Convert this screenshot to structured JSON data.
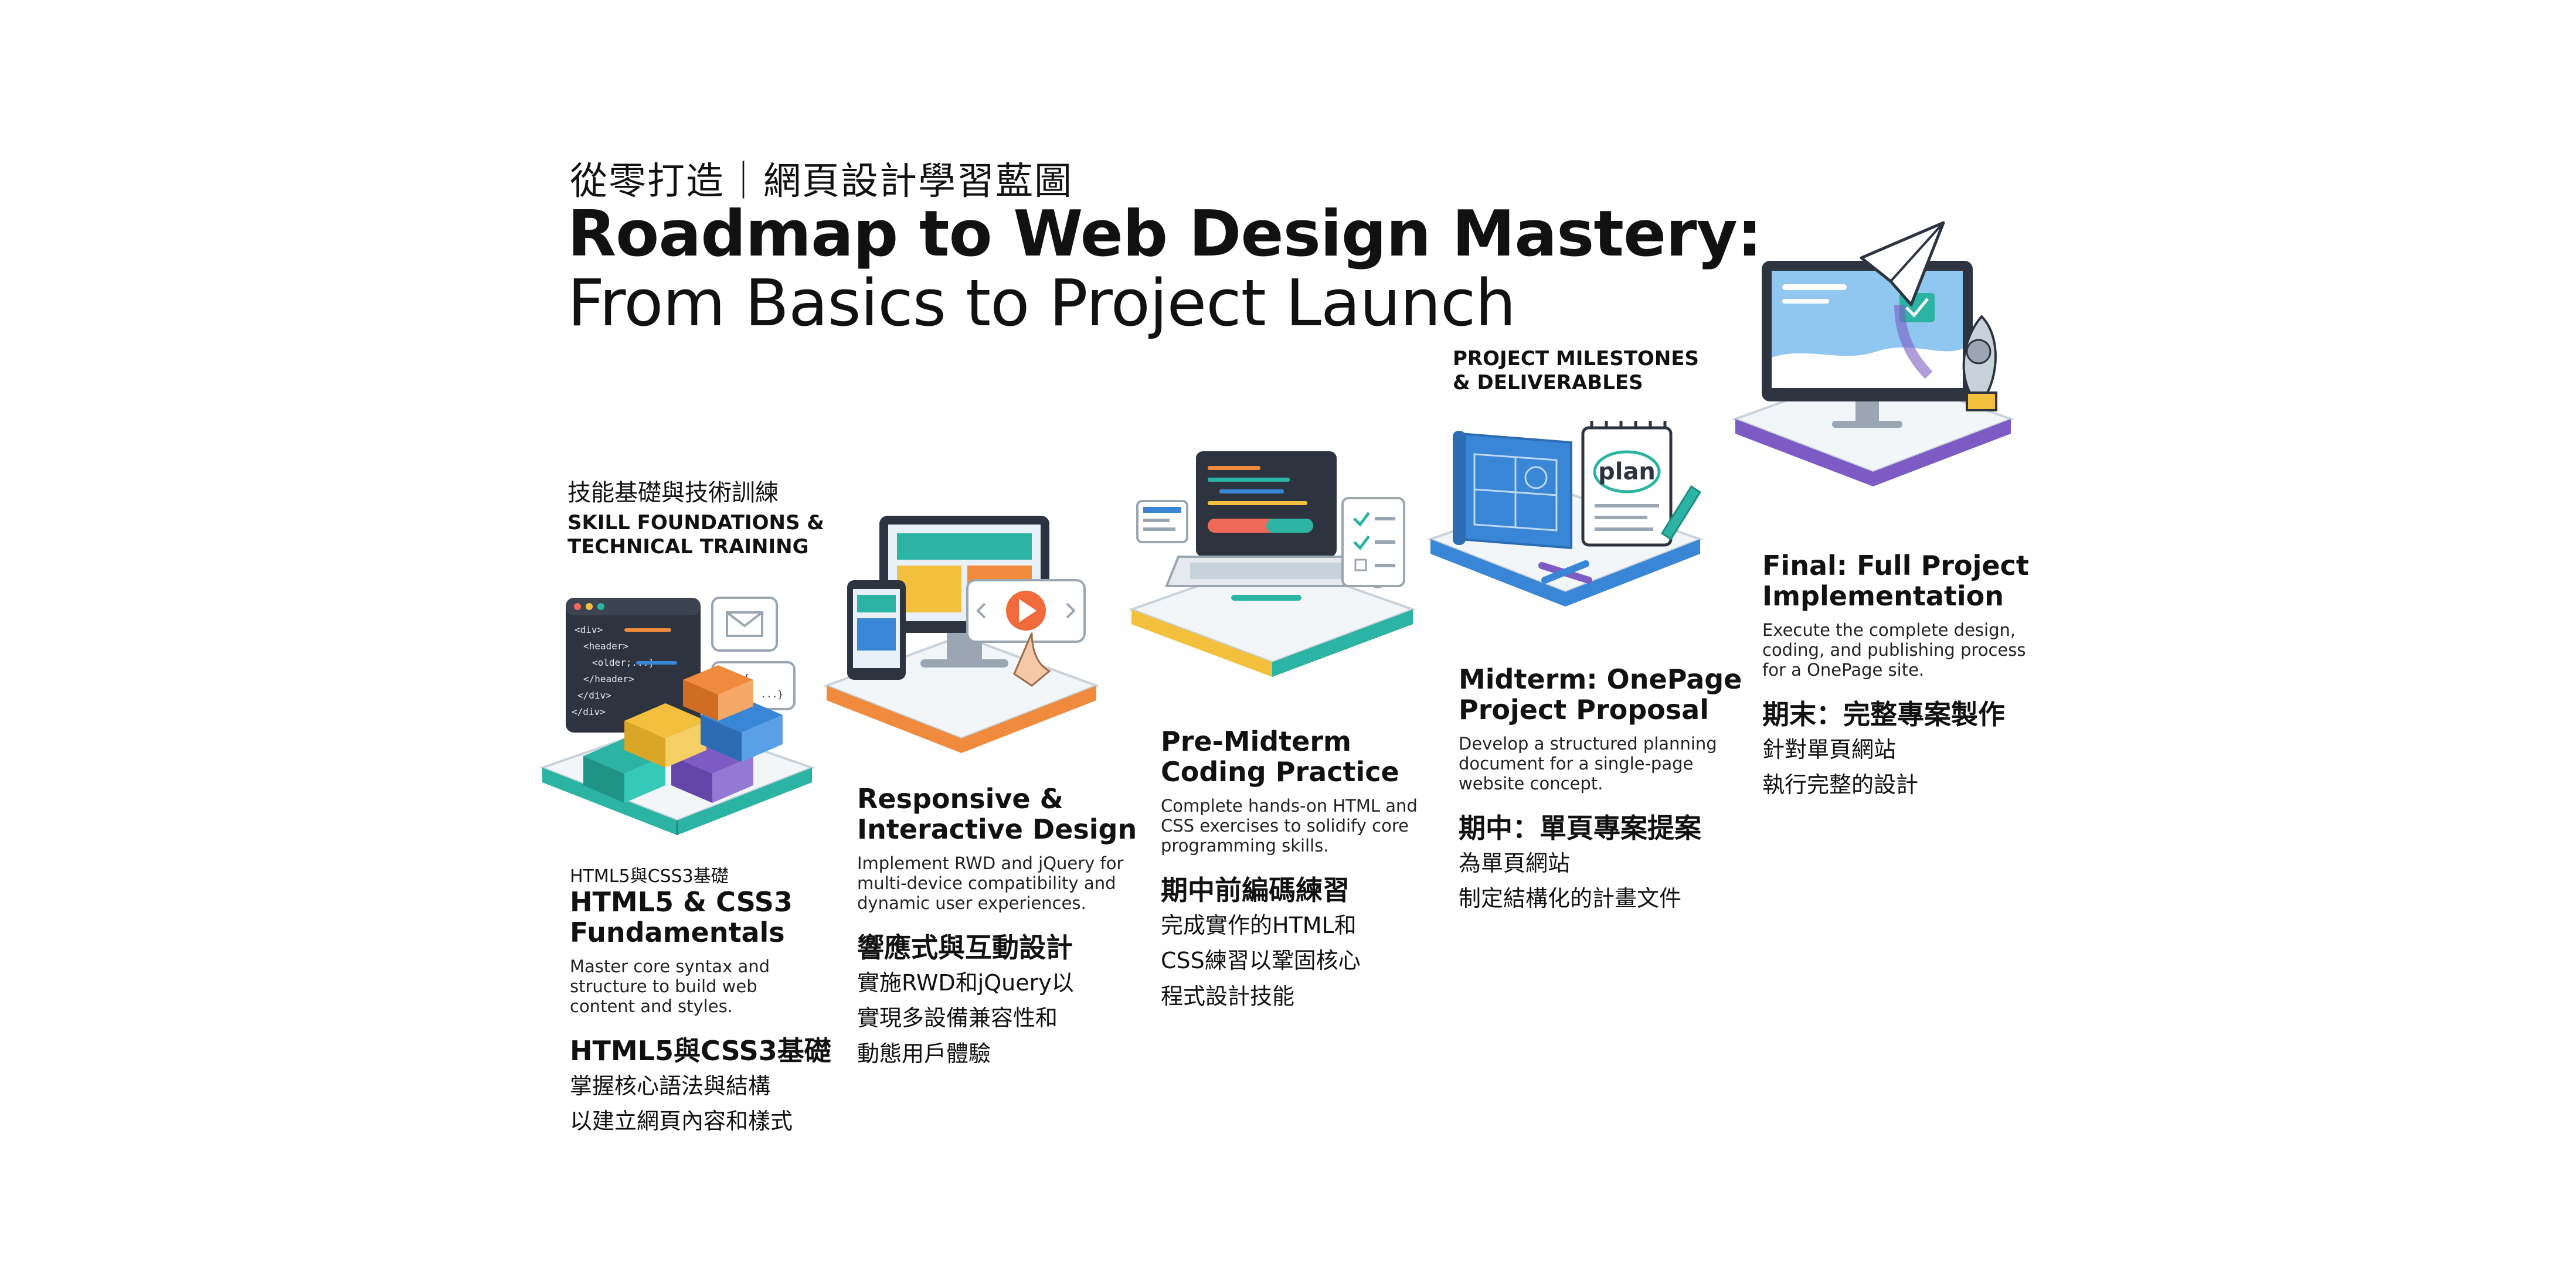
{
  "header": {
    "zh_title": "從零打造｜網頁設計學習藍圖",
    "title": "Roadmap to Web Design Mastery:",
    "subtitle": "From Basics to Project Launch"
  },
  "sections": {
    "skills": {
      "zh": "技能基礎與技術訓練",
      "en_line1": "SKILL FOUNDATIONS &",
      "en_line2": "TECHNICAL TRAINING"
    },
    "milestones": {
      "en_line1": "PROJECT MILESTONES",
      "en_line2": "& DELIVERABLES"
    }
  },
  "steps": [
    {
      "small_zh": "HTML5與CSS3基礎",
      "title_line1": "HTML5 & CSS3",
      "title_line2": "Fundamentals",
      "desc_lines": [
        "Master core syntax and",
        "structure to build web",
        "content and styles."
      ],
      "zh_title": "HTML5與CSS3基礎",
      "zh_lines": [
        "掌握核心語法與結構",
        "以建立網頁內容和樣式"
      ]
    },
    {
      "title_line1": "Responsive &",
      "title_line2": "Interactive Design",
      "desc_lines": [
        "Implement RWD and jQuery for",
        "multi-device compatibility and",
        "dynamic user experiences."
      ],
      "zh_title": "響應式與互動設計",
      "zh_lines": [
        "實施RWD和jQuery以",
        "實現多設備兼容性和",
        "動態用戶體驗"
      ]
    },
    {
      "title_line1": "Pre-Midterm",
      "title_line2": "Coding Practice",
      "desc_lines": [
        "Complete hands-on HTML and",
        "CSS exercises to solidify core",
        "programming skills."
      ],
      "zh_title": "期中前編碼練習",
      "zh_lines": [
        "完成實作的HTML和",
        "CSS練習以鞏固核心",
        "程式設計技能"
      ]
    },
    {
      "title_line1": "Midterm: OnePage",
      "title_line2": "Project Proposal",
      "desc_lines": [
        "Develop a structured planning",
        "document for a single-page",
        "website concept."
      ],
      "zh_title": "期中：單頁專案提案",
      "zh_lines": [
        "為單頁網站",
        "制定結構化的計畫文件"
      ]
    },
    {
      "title_line1": "Final: Full Project",
      "title_line2": "Implementation",
      "desc_lines": [
        "Execute the complete design,",
        "coding, and publishing process",
        "for a OnePage site."
      ],
      "zh_title": "期末：完整專案製作",
      "zh_lines": [
        "針對單頁網站",
        "執行完整的設計"
      ]
    }
  ],
  "illustrations": {
    "code_snippet_lines": [
      "<div>",
      "<header>",
      "<older;...}",
      "</header>",
      "</div>",
      "</div>"
    ],
    "css_bubble_lines": [
      "CSS {",
      "color: ...}"
    ],
    "plan_label": "plan",
    "icons": [
      "code-editor-icon",
      "lego-blocks-icon",
      "devices-icon",
      "play-button-icon",
      "laptop-code-icon",
      "checklist-icon",
      "blueprint-icon",
      "notepad-plan-icon",
      "monitor-icon",
      "paper-plane-icon",
      "trophy-icon"
    ],
    "colors": {
      "teal": "#2bb3a3",
      "orange": "#f08a3c",
      "purple": "#7c5cc4",
      "blue": "#3a86d6",
      "yellow": "#f2c03c",
      "dark": "#2d3440"
    }
  }
}
